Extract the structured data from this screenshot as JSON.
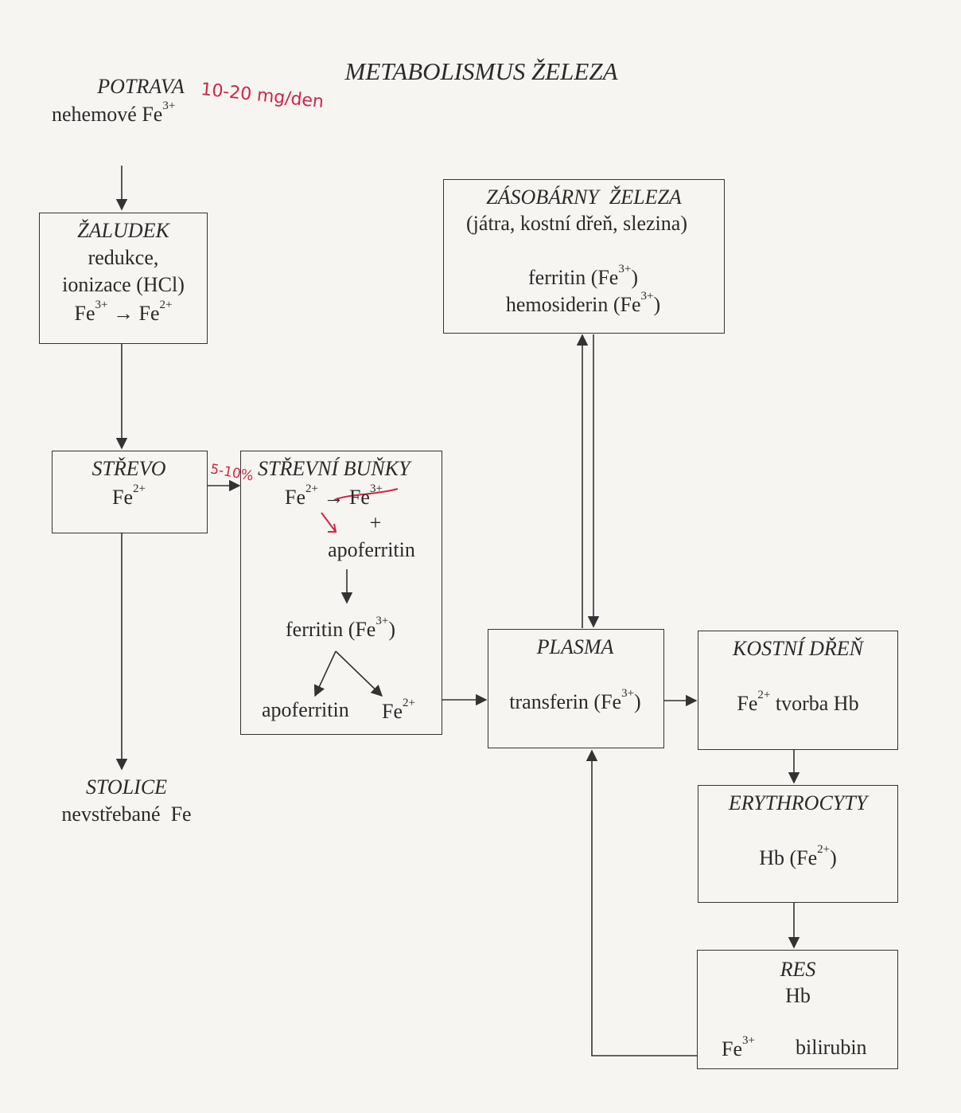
{
  "title": "METABOLISMUS ŽELEZA",
  "food": {
    "label": "POTRAVA",
    "text": "nehemové Fe",
    "sup": "3+",
    "note": "10-20 mg/den"
  },
  "stomach": {
    "title": "ŽALUDEK",
    "line1": "redukce,",
    "line2": "ionizace (HCl)",
    "fe3": "Fe",
    "fe3_sup": "3+",
    "arrow": "→",
    "fe2": "Fe",
    "fe2_sup": "2+"
  },
  "intestine": {
    "title": "STŘEVO",
    "fe": "Fe",
    "fe_sup": "2+",
    "note": "5-10%"
  },
  "cells": {
    "title": "STŘEVNÍ BUŇKY",
    "fe2": "Fe",
    "fe2_sup": "2+",
    "arrow": "→",
    "fe3": "Fe",
    "fe3_sup": "3+",
    "plus": "+",
    "apo": "apoferritin",
    "ferritin": "ferritin (Fe",
    "ferritin_sup": "3+",
    "ferritin_close": ")",
    "apo2": "apoferritin",
    "fe_out": "Fe",
    "fe_out_sup": "2+"
  },
  "stool": {
    "title": "STOLICE",
    "text": "nevstřebané  Fe"
  },
  "stores": {
    "title": "ZÁSOBÁRNY  ŽELEZA",
    "places": "(játra, kostní dřeň, slezina)",
    "ferritin": "ferritin (Fe",
    "ferritin_sup": "3+",
    "ferritin_close": ")",
    "hemosiderin": "hemosiderin (Fe",
    "hemosiderin_sup": "3+",
    "hemosiderin_close": ")"
  },
  "plasma": {
    "title": "PLASMA",
    "text": "transferin (Fe",
    "sup": "3+",
    "close": ")"
  },
  "marrow": {
    "title": "KOSTNÍ DŘEŇ",
    "fe": "Fe",
    "fe_sup": "2+",
    "text": " tvorba Hb"
  },
  "erythro": {
    "title": "ERYTHROCYTY",
    "text": "Hb (Fe",
    "sup": "2+",
    "close": ")"
  },
  "res": {
    "title": "RES",
    "hb": "Hb",
    "fe": "Fe",
    "fe_sup": "3+",
    "bilirubin": "bilirubin"
  }
}
